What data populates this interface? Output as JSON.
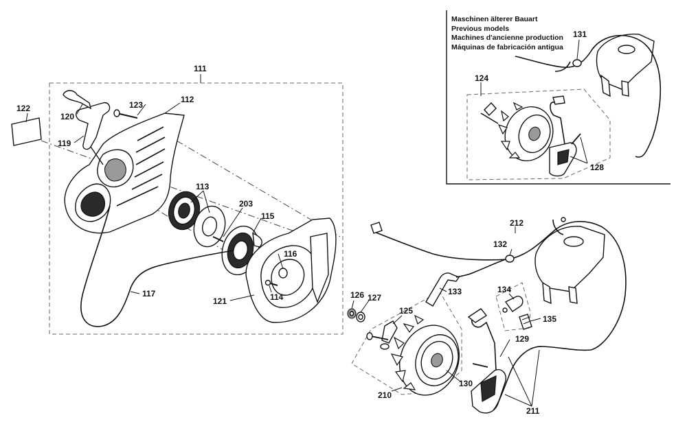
{
  "note": {
    "lines": [
      "Maschinen älterer Bauart",
      "Previous models",
      "Machines d'ancienne production",
      "Máquinas de fabricación antigua"
    ]
  },
  "labels": {
    "l111": "111",
    "l112": "112",
    "l113": "113",
    "l114": "114",
    "l115": "115",
    "l116": "116",
    "l117": "117",
    "l119": "119",
    "l120": "120",
    "l121": "121",
    "l122": "122",
    "l123": "123",
    "l124": "124",
    "l125": "125",
    "l126": "126",
    "l127": "127",
    "l128": "128",
    "l129": "129",
    "l130": "130",
    "l131": "131",
    "l132": "132",
    "l133": "133",
    "l134": "134",
    "l135": "135",
    "l203": "203",
    "l210": "210",
    "l211": "211",
    "l212": "212"
  }
}
